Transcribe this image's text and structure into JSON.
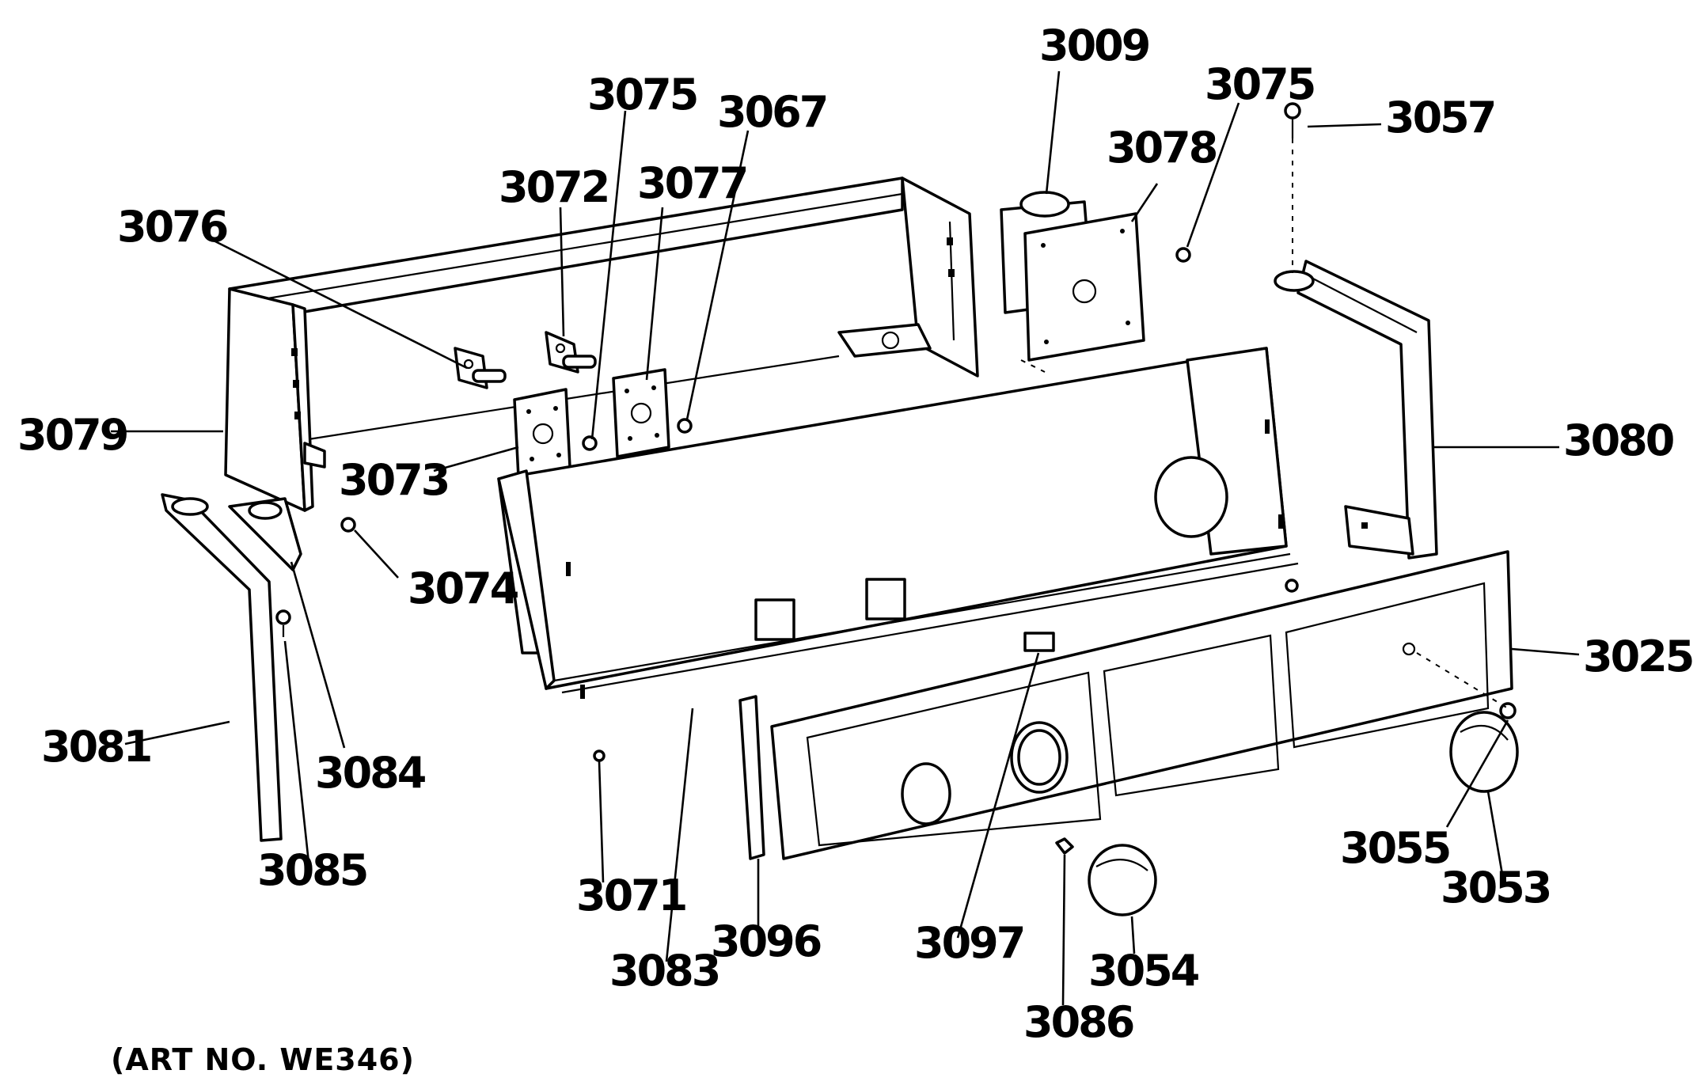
{
  "callouts": {
    "p3009": "3009",
    "p3075a": "3075",
    "p3067": "3067",
    "p3075b": "3075",
    "p3057": "3057",
    "p3078": "3078",
    "p3072": "3072",
    "p3077": "3077",
    "p3076": "3076",
    "p3079": "3079",
    "p3073": "3073",
    "p3080": "3080",
    "p3074": "3074",
    "p3025": "3025",
    "p3081": "3081",
    "p3084": "3084",
    "p3055": "3055",
    "p3085": "3085",
    "p3053": "3053",
    "p3071": "3071",
    "p3096": "3096",
    "p3097": "3097",
    "p3054": "3054",
    "p3083": "3083",
    "p3086": "3086"
  },
  "art_number": "(ART NO. WE346)"
}
